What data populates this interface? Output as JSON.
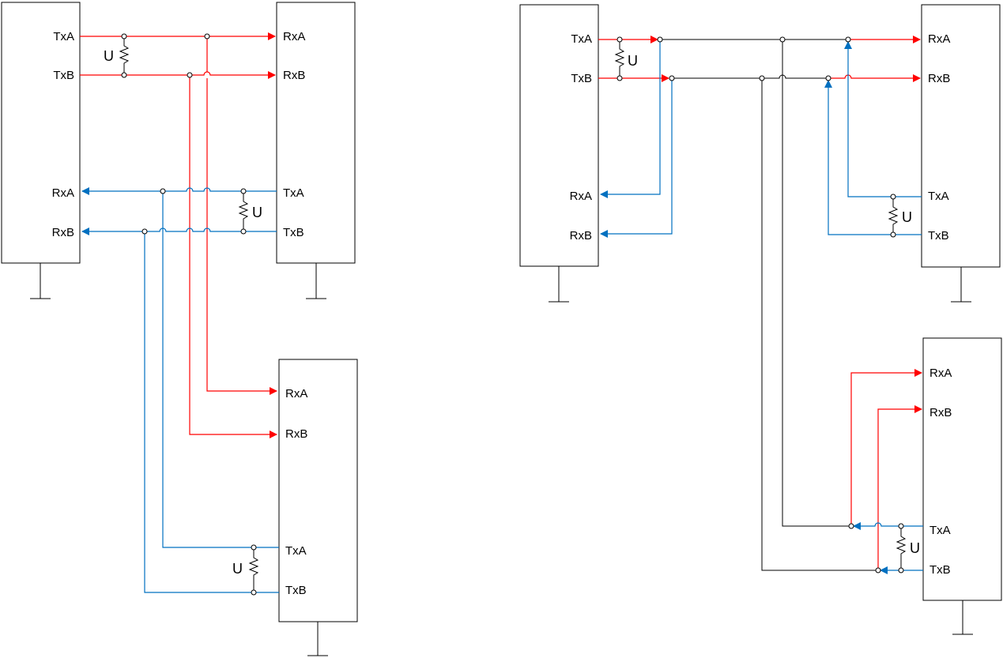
{
  "colors": {
    "tx_line": "#ff0000",
    "rx_line": "#0070c0",
    "bus_line": "#000000"
  },
  "left_diagram": {
    "device1": {
      "txa": "TxA",
      "txb": "TxB",
      "rxa": "RxA",
      "rxb": "RxB",
      "resistor": "U"
    },
    "device2": {
      "rxa": "RxA",
      "rxb": "RxB",
      "txa": "TxA",
      "txb": "TxB",
      "resistor": "U"
    },
    "device3": {
      "rxa": "RxA",
      "rxb": "RxB",
      "txa": "TxA",
      "txb": "TxB",
      "resistor": "U"
    }
  },
  "right_diagram": {
    "device1": {
      "txa": "TxA",
      "txb": "TxB",
      "rxa": "RxA",
      "rxb": "RxB",
      "resistor": "U"
    },
    "device2": {
      "rxa": "RxA",
      "rxb": "RxB",
      "txa": "TxA",
      "txb": "TxB",
      "resistor": "U"
    },
    "device3": {
      "rxa": "RxA",
      "rxb": "RxB",
      "txa": "TxA",
      "txb": "TxB",
      "resistor": "U"
    }
  }
}
